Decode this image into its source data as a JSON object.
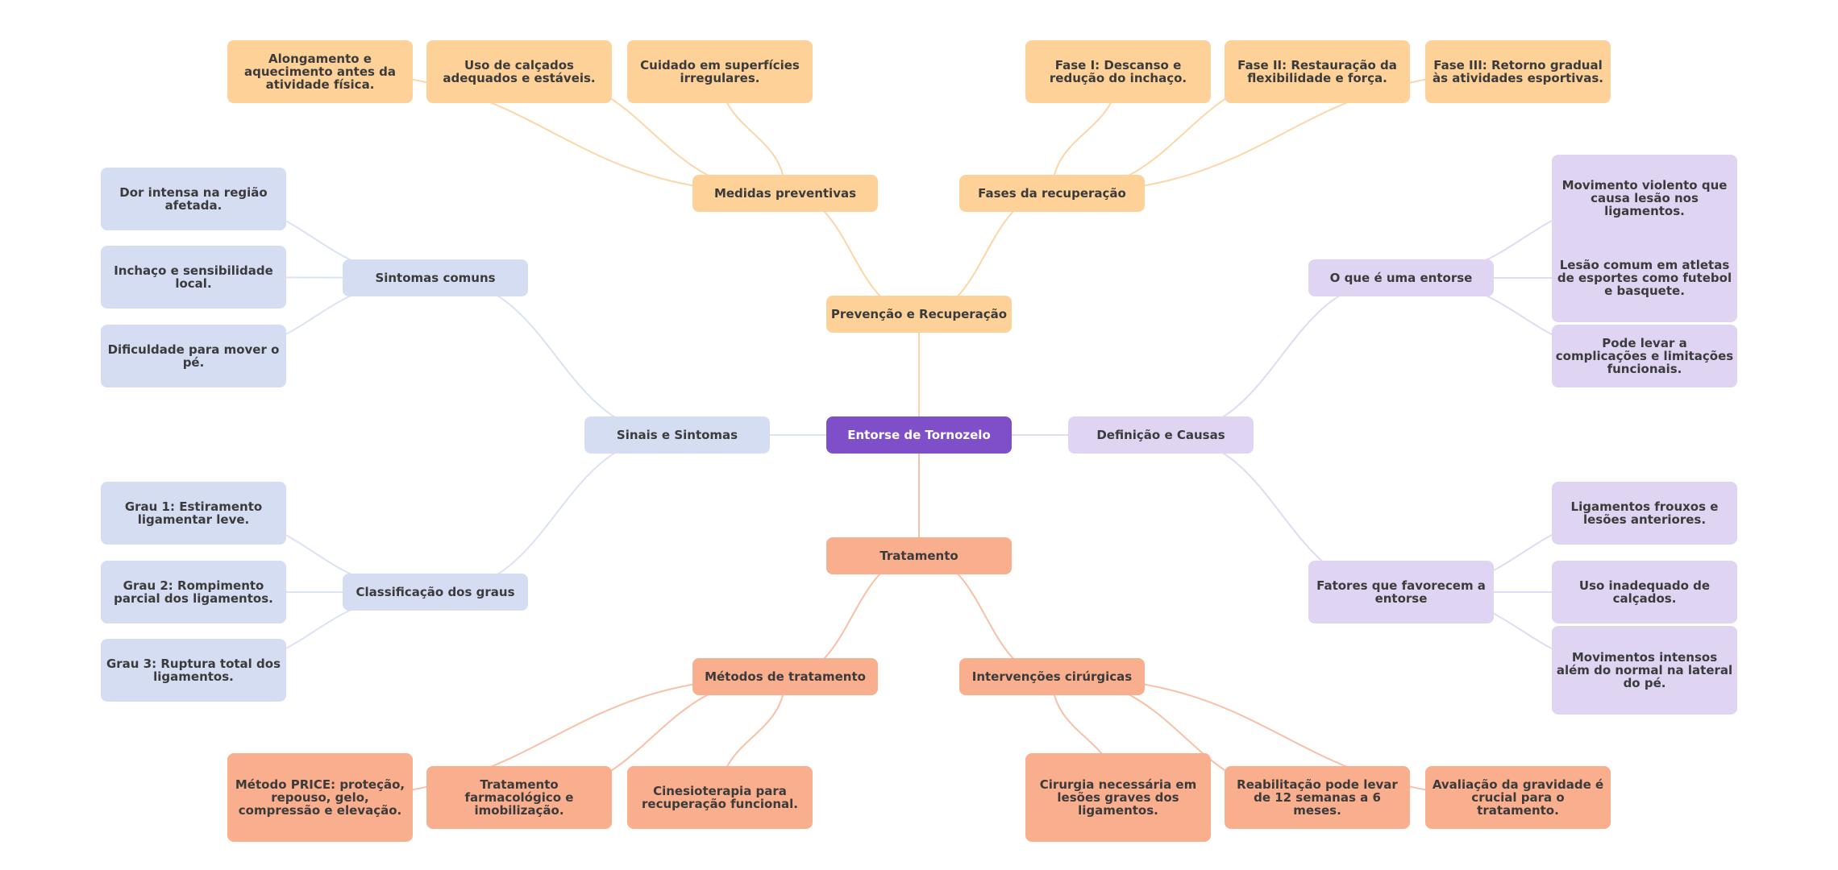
{
  "mindmap": {
    "title": "Entorse de Tornozelo",
    "colors": {
      "root": "#7e4fc9",
      "prevencao": "#fdd198",
      "tratamento": "#f9ae8e",
      "sinais": "#d5ddf2",
      "definicao": "#dfd4f1",
      "edge_prevencao": "#fcd6a8",
      "edge_tratamento": "#f8c0a6",
      "edge_sinais": "#dbe2f3",
      "edge_definicao": "#e3d9f3",
      "text": "#3b3b3b"
    },
    "root": {
      "label": "Entorse de Tornozelo"
    },
    "branches": {
      "prevencao": {
        "label": "Prevenção e Recuperação",
        "medidas": {
          "label": "Medidas preventivas",
          "items": [
            "Alongamento e aquecimento antes da atividade física.",
            "Uso de calçados adequados e estáveis.",
            "Cuidado em superfícies irregulares."
          ]
        },
        "fases": {
          "label": "Fases da recuperação",
          "items": [
            "Fase I: Descanso e redução do inchaço.",
            "Fase II: Restauração da flexibilidade e força.",
            "Fase III: Retorno gradual às atividades esportivas."
          ]
        }
      },
      "sinais": {
        "label": "Sinais e Sintomas",
        "sintomas": {
          "label": "Sintomas comuns",
          "items": [
            "Dor intensa na região afetada.",
            "Inchaço e sensibilidade local.",
            "Dificuldade para mover o pé."
          ]
        },
        "graus": {
          "label": "Classificação dos graus",
          "items": [
            "Grau 1: Estiramento ligamentar leve.",
            "Grau 2: Rompimento parcial dos ligamentos.",
            "Grau 3: Ruptura total dos ligamentos."
          ]
        }
      },
      "definicao": {
        "label": "Definição e Causas",
        "oque": {
          "label": "O que é uma entorse",
          "items": [
            "Movimento violento que causa lesão nos ligamentos.",
            "Lesão comum em atletas de esportes como futebol e basquete.",
            "Pode levar a complicações e limitações funcionais."
          ]
        },
        "fatores": {
          "label": "Fatores que favorecem a entorse",
          "items": [
            "Ligamentos frouxos e lesões anteriores.",
            "Uso inadequado de calçados.",
            "Movimentos intensos além do normal na lateral do pé."
          ]
        }
      },
      "tratamento": {
        "label": "Tratamento",
        "metodos": {
          "label": "Métodos de tratamento",
          "items": [
            "Método PRICE: proteção, repouso, gelo, compressão e elevação.",
            "Tratamento farmacológico e imobilização.",
            "Cinesioterapia para recuperação funcional."
          ]
        },
        "cirurgia": {
          "label": "Intervenções cirúrgicas",
          "items": [
            "Cirurgia necessária em lesões graves dos ligamentos.",
            "Reabilitação pode levar de 12 semanas a 6 meses.",
            "Avaliação da gravidade é crucial para o tratamento."
          ]
        }
      }
    }
  }
}
